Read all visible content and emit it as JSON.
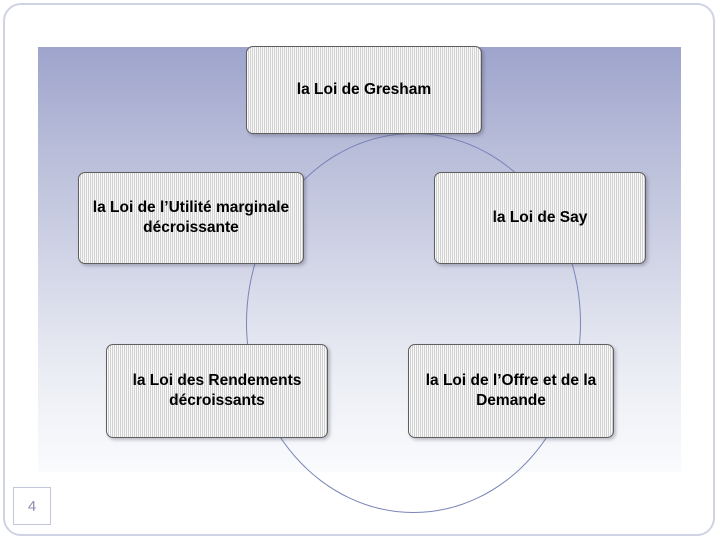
{
  "slide": {
    "number": "4",
    "background_color": "#ffffff",
    "panel_gradient_top": "#9ea4cc",
    "panel_gradient_bottom": "#fafbfd",
    "circle_stroke": "#7a85b8"
  },
  "diagram": {
    "type": "cycle",
    "nodes": [
      {
        "id": "gresham",
        "label": "la Loi de Gresham"
      },
      {
        "id": "utilite",
        "label": "la Loi de l’Utilité marginale décroissante"
      },
      {
        "id": "say",
        "label": "la Loi de Say"
      },
      {
        "id": "rendements",
        "label": "la Loi des Rendements décroissants"
      },
      {
        "id": "offre",
        "label": "la Loi de l’Offre et de la Demande"
      }
    ]
  }
}
